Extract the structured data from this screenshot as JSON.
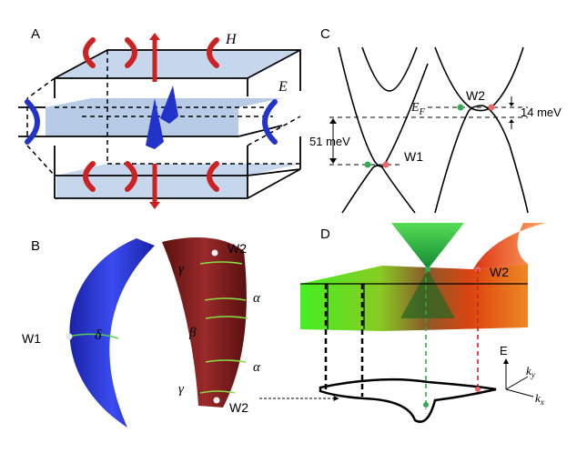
{
  "panels": {
    "A": {
      "label": "A",
      "field_H": "H",
      "field_E": "E"
    },
    "B": {
      "label": "B",
      "weyl_1": "W1",
      "weyl_2_top": "W2",
      "weyl_2_bottom": "W2",
      "orbit_delta": "δ",
      "orbit_beta": "β",
      "orbit_alpha_top": "α",
      "orbit_alpha_bottom": "α",
      "orbit_gamma_top": "γ",
      "orbit_gamma_bottom": "γ"
    },
    "C": {
      "label": "C",
      "fermi_level": "E",
      "fermi_sub": "F",
      "w2": "W2",
      "w1": "W1",
      "energy_w1": "51 meV",
      "energy_w2": "14 meV"
    },
    "D": {
      "label": "D",
      "w2": "W2",
      "axis_e": "E",
      "axis_ky": "k",
      "axis_ky_sub": "y",
      "axis_kx": "k",
      "axis_kx_sub": "x"
    }
  },
  "colors": {
    "blue": "#2233cc",
    "dark_red": "#8a2020",
    "red": "#cc2222",
    "box_fill": "#b9cde6",
    "green": "#33aa33"
  }
}
